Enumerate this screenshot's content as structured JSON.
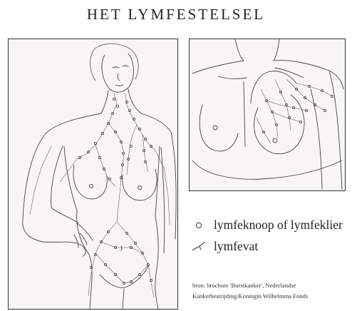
{
  "title": "HET LYMFESTELSEL",
  "legend": {
    "items": [
      {
        "icon": "lymph-node-circle-icon",
        "label": "lymfeknoop of lymfeklier"
      },
      {
        "icon": "lymph-vessel-line-icon",
        "label": "lymfevat"
      }
    ]
  },
  "source": {
    "line1": "bron: brochure 'Borstkanker', Nederlandse",
    "line2": "Kankerbestrijding/Koningin Wilhelmina Fonds"
  },
  "illustrations": {
    "left": "full-body-lymphatic-illustration",
    "right": "breast-lymphatic-closeup-illustration"
  }
}
